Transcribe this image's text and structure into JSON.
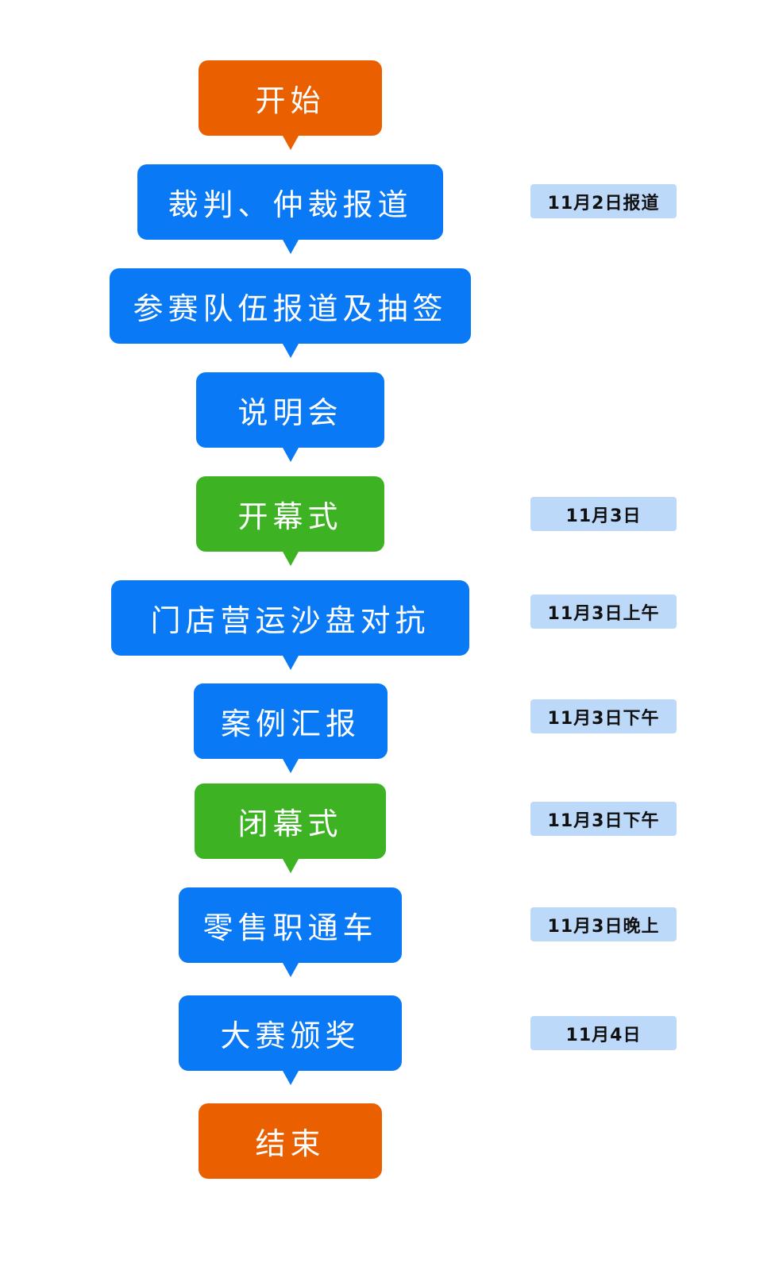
{
  "colors": {
    "orange": "#ea6000",
    "blue": "#0a79f5",
    "green": "#3db324",
    "tag": "#bdd9fa"
  },
  "steps": [
    {
      "label": "开始",
      "kind": "terminal"
    },
    {
      "label": "裁判、仲裁报道",
      "kind": "process"
    },
    {
      "label": "参赛队伍报道及抽签",
      "kind": "process"
    },
    {
      "label": "说明会",
      "kind": "process"
    },
    {
      "label": "开幕式",
      "kind": "ceremony"
    },
    {
      "label": "门店营运沙盘对抗",
      "kind": "process"
    },
    {
      "label": "案例汇报",
      "kind": "process"
    },
    {
      "label": "闭幕式",
      "kind": "ceremony"
    },
    {
      "label": "零售职通车",
      "kind": "process"
    },
    {
      "label": "大赛颁奖",
      "kind": "process"
    },
    {
      "label": "结束",
      "kind": "terminal"
    }
  ],
  "dates": [
    {
      "text": "11月2日报道"
    },
    {
      "text": "11月3日"
    },
    {
      "text": "11月3日上午"
    },
    {
      "text": "11月3日下午"
    },
    {
      "text": "11月3日下午"
    },
    {
      "text": "11月3日晚上"
    },
    {
      "text": "11月4日"
    }
  ]
}
